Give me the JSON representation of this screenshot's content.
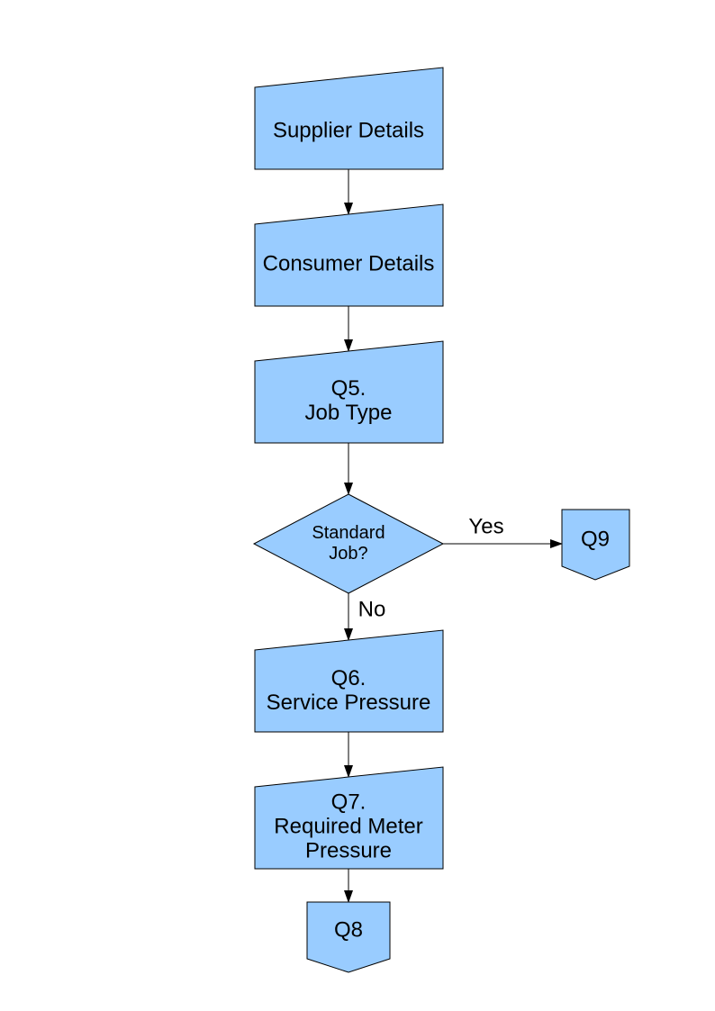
{
  "page": {
    "background_color": "#ffffff"
  },
  "diagram": {
    "shape_fill": "#99ccff",
    "shape_stroke": "#000000",
    "text_color": "#000000",
    "nodes": [
      {
        "id": "supplier-details",
        "type": "card",
        "label": "Supplier Details"
      },
      {
        "id": "consumer-details",
        "type": "card",
        "label": "Consumer Details"
      },
      {
        "id": "q5-job-type",
        "type": "card",
        "label": "Q5.\nJob Type"
      },
      {
        "id": "standard-job-decision",
        "type": "decision",
        "label": "Standard\nJob?"
      },
      {
        "id": "q9-connector",
        "type": "off-page-connector",
        "label": "Q9"
      },
      {
        "id": "q6-service-pressure",
        "type": "card",
        "label": "Q6.\nService Pressure"
      },
      {
        "id": "q7-required-meter-pressure",
        "type": "card",
        "label": "Q7.\nRequired Meter\nPressure"
      },
      {
        "id": "q8-connector",
        "type": "off-page-connector",
        "label": "Q8"
      }
    ],
    "edges": [
      {
        "from": "supplier-details",
        "to": "consumer-details",
        "label": ""
      },
      {
        "from": "consumer-details",
        "to": "q5-job-type",
        "label": ""
      },
      {
        "from": "q5-job-type",
        "to": "standard-job-decision",
        "label": ""
      },
      {
        "from": "standard-job-decision",
        "to": "q9-connector",
        "label": "Yes"
      },
      {
        "from": "standard-job-decision",
        "to": "q6-service-pressure",
        "label": "No"
      },
      {
        "from": "q6-service-pressure",
        "to": "q7-required-meter-pressure",
        "label": ""
      },
      {
        "from": "q7-required-meter-pressure",
        "to": "q8-connector",
        "label": ""
      }
    ]
  }
}
